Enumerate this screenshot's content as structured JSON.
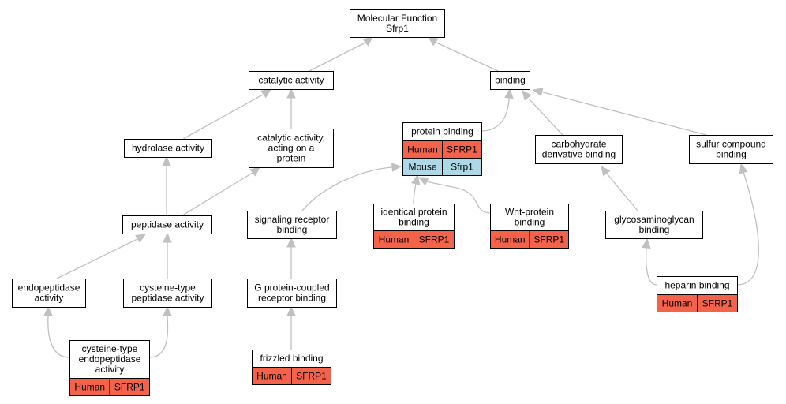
{
  "colors": {
    "human": "#f4624a",
    "mouse": "#add8e6",
    "edge": "#c0c0c0"
  },
  "nodes": {
    "mf": {
      "lines": [
        "Molecular Function",
        "Sfrp1"
      ]
    },
    "catalytic": {
      "lines": [
        "catalytic activity"
      ]
    },
    "binding": {
      "lines": [
        "binding"
      ]
    },
    "hydrolase": {
      "lines": [
        "hydrolase activity"
      ]
    },
    "catalytic_protein": {
      "lines": [
        "catalytic activity,",
        "acting on a",
        "protein"
      ]
    },
    "protein_binding": {
      "lines": [
        "protein binding"
      ],
      "annotations": [
        {
          "species": "Human",
          "gene": "SFRP1"
        },
        {
          "species": "Mouse",
          "gene": "Sfrp1"
        }
      ]
    },
    "carb": {
      "lines": [
        "carbohydrate",
        "derivative binding"
      ]
    },
    "sulfur": {
      "lines": [
        "sulfur compound",
        "binding"
      ]
    },
    "peptidase": {
      "lines": [
        "peptidase activity"
      ]
    },
    "signaling": {
      "lines": [
        "signaling receptor",
        "binding"
      ]
    },
    "identical": {
      "lines": [
        "identical protein",
        "binding"
      ],
      "annotations": [
        {
          "species": "Human",
          "gene": "SFRP1"
        }
      ]
    },
    "wnt": {
      "lines": [
        "Wnt-protein",
        "binding"
      ],
      "annotations": [
        {
          "species": "Human",
          "gene": "SFRP1"
        }
      ]
    },
    "gag": {
      "lines": [
        "glycosaminoglycan",
        "binding"
      ]
    },
    "endopep": {
      "lines": [
        "endopeptidase",
        "activity"
      ]
    },
    "cysteine_pep": {
      "lines": [
        "cysteine-type",
        "peptidase activity"
      ]
    },
    "gpcr": {
      "lines": [
        "G protein-coupled",
        "receptor binding"
      ]
    },
    "heparin": {
      "lines": [
        "heparin binding"
      ],
      "annotations": [
        {
          "species": "Human",
          "gene": "SFRP1"
        }
      ]
    },
    "cysteine_endo": {
      "lines": [
        "cysteine-type",
        "endopeptidase",
        "activity"
      ],
      "annotations": [
        {
          "species": "Human",
          "gene": "SFRP1"
        }
      ]
    },
    "frizzled": {
      "lines": [
        "frizzled binding"
      ],
      "annotations": [
        {
          "species": "Human",
          "gene": "SFRP1"
        }
      ]
    }
  },
  "edges": [
    {
      "from": "catalytic",
      "to": "mf"
    },
    {
      "from": "binding",
      "to": "mf"
    },
    {
      "from": "hydrolase",
      "to": "catalytic"
    },
    {
      "from": "catalytic_protein",
      "to": "catalytic"
    },
    {
      "from": "protein_binding",
      "to": "binding"
    },
    {
      "from": "carb",
      "to": "binding"
    },
    {
      "from": "sulfur",
      "to": "binding"
    },
    {
      "from": "peptidase",
      "to": "hydrolase"
    },
    {
      "from": "peptidase",
      "to": "catalytic_protein"
    },
    {
      "from": "signaling",
      "to": "protein_binding"
    },
    {
      "from": "identical",
      "to": "protein_binding"
    },
    {
      "from": "wnt",
      "to": "protein_binding"
    },
    {
      "from": "gag",
      "to": "carb"
    },
    {
      "from": "endopep",
      "to": "peptidase"
    },
    {
      "from": "cysteine_pep",
      "to": "peptidase"
    },
    {
      "from": "gpcr",
      "to": "signaling"
    },
    {
      "from": "heparin",
      "to": "gag"
    },
    {
      "from": "heparin",
      "to": "sulfur"
    },
    {
      "from": "cysteine_endo",
      "to": "endopep"
    },
    {
      "from": "cysteine_endo",
      "to": "cysteine_pep"
    },
    {
      "from": "frizzled",
      "to": "gpcr"
    }
  ]
}
